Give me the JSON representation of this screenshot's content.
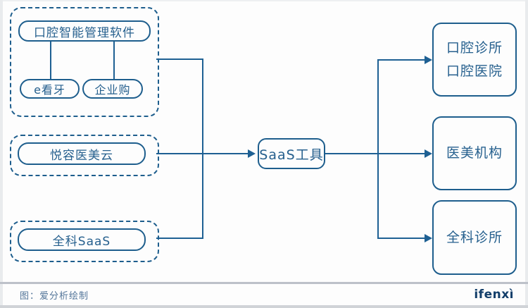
{
  "diagram": {
    "left_groups": [
      {
        "id": "dental-suite",
        "main": "口腔智能管理软件",
        "children": [
          "e看牙",
          "企业购"
        ]
      },
      {
        "id": "medical-beauty-cloud",
        "main": "悦容医美云",
        "children": []
      },
      {
        "id": "general-saas",
        "main": "全科SaaS",
        "children": []
      }
    ],
    "center": {
      "label": "SaaS工具"
    },
    "right_nodes": [
      {
        "id": "dental-clinics",
        "label_lines": [
          "口腔诊所",
          "口腔医院"
        ]
      },
      {
        "id": "medical-beauty-orgs",
        "label_lines": [
          "医美机构"
        ]
      },
      {
        "id": "general-clinics",
        "label_lines": [
          "全科诊所"
        ]
      }
    ],
    "colors": {
      "primary_blue": "#1e5e8d",
      "line_blue": "#1e6093",
      "caption_text": "#54769a",
      "logo_navy": "#123e6a",
      "divider_gray": "#bdc1c9",
      "frame_gray": "#e9ebed"
    }
  },
  "footer": {
    "caption": "图：爱分析绘制",
    "logo": "ifenxì"
  }
}
